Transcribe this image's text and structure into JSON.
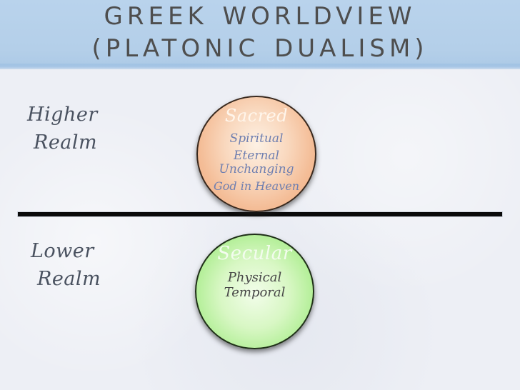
{
  "slide": {
    "title_line1": "GREEK WORLDVIEW",
    "title_line2": "(PLATONIC DUALISM)",
    "labels": {
      "higher_realm_line1": "Higher",
      "higher_realm_line2": "Realm",
      "lower_realm_line1": "Lower",
      "lower_realm_line2": "Realm"
    },
    "sacred_circle": {
      "title": "Sacred",
      "items": [
        "Spiritual",
        "Eternal",
        "Unchanging",
        "God in Heaven"
      ]
    },
    "secular_circle": {
      "title": "Secular",
      "items": [
        "Physical",
        "Temporal"
      ]
    },
    "colors": {
      "header_band": "#b6d0ea",
      "header_band_edge": "#a0c2e3",
      "background": "#edeff5",
      "title_text": "#4e4e4e",
      "realm_label_text": "#4a5260",
      "divider_line": "#0a0a0a",
      "sacred_fill_center": "#fdf1e4",
      "sacred_fill_edge": "#efa87c",
      "sacred_title_text": "#fff6ec",
      "sacred_items_text": "#6f7fb0",
      "secular_fill_center": "#f2fdea",
      "secular_fill_edge": "#92e377",
      "secular_title_text": "#f3fcee",
      "secular_items_text": "#474747"
    }
  }
}
